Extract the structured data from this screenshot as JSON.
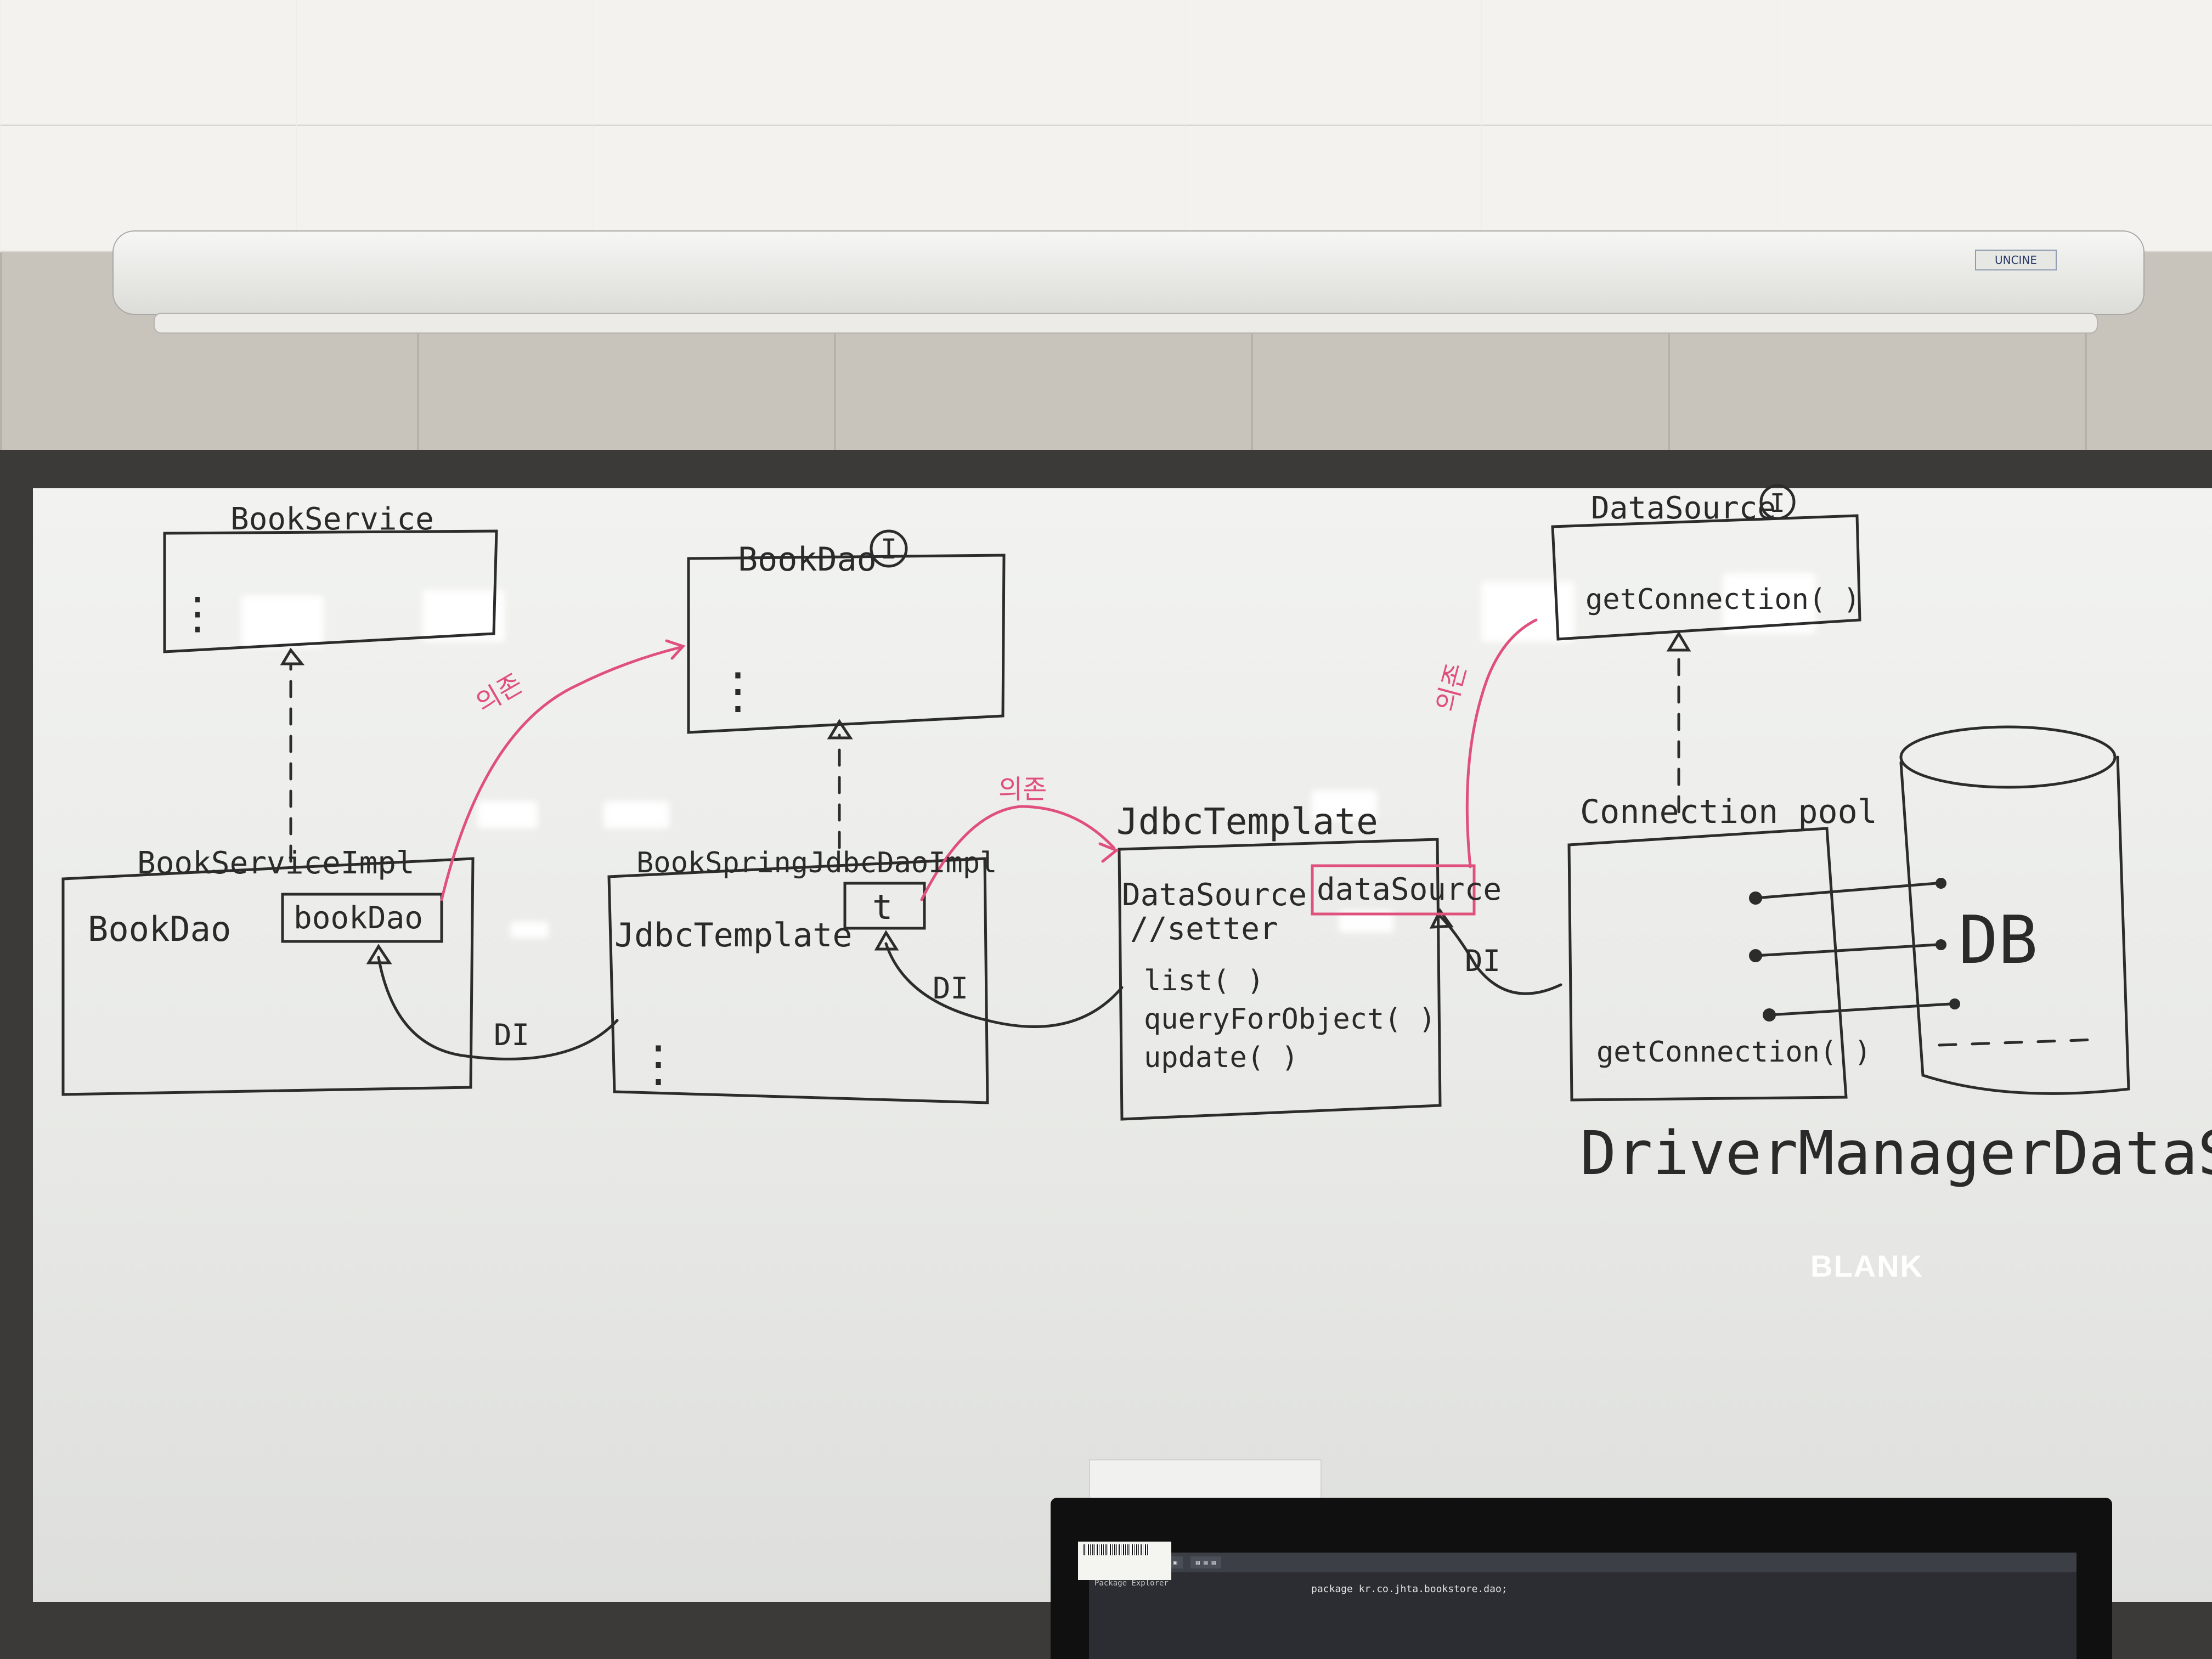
{
  "projector_brand": "UNCINE",
  "whiteboard": {
    "book_service": "BookService",
    "book_dao": "BookDao",
    "interface_mark": "I",
    "book_service_impl": "BookServiceImpl",
    "book_dao_field_type": "BookDao",
    "book_dao_field_name": "bookDao",
    "book_spring_jdbc_dao_impl": "BookSpringJdbcDaoImpl",
    "jdbc_template_field_type": "JdbcTemplate",
    "jdbc_template_field_name": "t",
    "jdbc_template": "JdbcTemplate",
    "datasource_field_type": "DataSource",
    "datasource_field_name": "dataSource",
    "setter_comment": "//setter",
    "method_list": "list( )",
    "method_query": "queryForObject( )",
    "method_update": "update( )",
    "data_source": "DataSource",
    "get_connection": "getConnection( )",
    "connection_pool": "Connection pool",
    "pool_get_connection": "getConnection( )",
    "db": "DB",
    "driver_manager": "DriverManagerDataSource",
    "dependency_label": "의존",
    "di_label": "DI",
    "dots": "⋮"
  },
  "overlay_label": "BLANK",
  "ide": {
    "code_line": "package kr.co.jhta.bookstore.dao;",
    "side_panel": "Package Explorer"
  }
}
